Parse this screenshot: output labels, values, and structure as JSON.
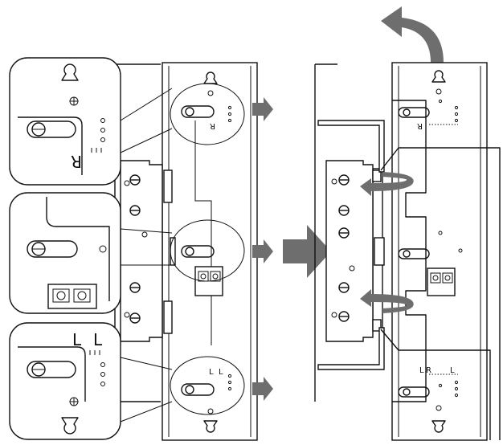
{
  "labels": {
    "zoom_top_marker": "R",
    "zoom_bottom_marker_1": "L",
    "zoom_bottom_marker_2": "L",
    "left_top_marker": "R",
    "left_bottom_marker_1": "L",
    "left_bottom_marker_2": "L",
    "right_top_marker": "R",
    "right_bottom_marker_1": "L",
    "right_bottom_marker_2": "R",
    "right_bottom_marker_3": "L"
  },
  "colors": {
    "arrow_fill": "#6e6e6e",
    "line": "#111111",
    "background": "#ffffff"
  }
}
